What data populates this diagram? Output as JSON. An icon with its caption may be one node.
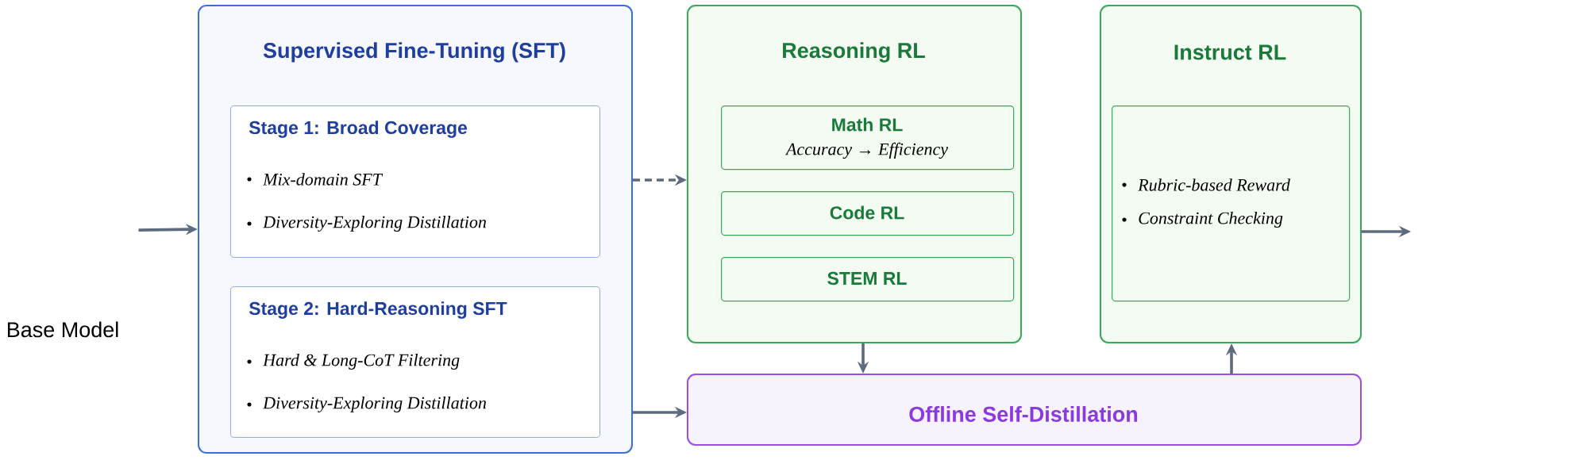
{
  "diagram": {
    "nodes": [
      {
        "text": [
          "Base Model"
        ]
      },
      {
        "text": [
          "Supervised Fine-Tuning (SFT)"
        ]
      },
      {
        "text": [
          "Stage 1: Broad Coverage",
          "Mix-domain SFT",
          "Diversity-Exploring Distillation"
        ],
        "in": 1
      },
      {
        "text": [
          "Stage 2: Hard-Reasoning SFT",
          "Hard & Long-CoT Filtering",
          "Diversity-Exploring Distillation"
        ],
        "in": 1
      },
      {
        "text": [
          "Reasoning RL"
        ]
      },
      {
        "text": [
          "Math RL",
          "Accuracy → Efficiency"
        ],
        "in": 4
      },
      {
        "text": [
          "Code RL"
        ],
        "in": 4
      },
      {
        "text": [
          "STEM RL"
        ],
        "in": 4
      },
      {
        "text": [
          "Instruct RL"
        ]
      },
      {
        "text": [
          "Rubric-based Reward",
          "Constraint Checking"
        ],
        "in": 8
      },
      {
        "text": [
          "Offline Self-Distillation"
        ]
      }
    ],
    "edges": [
      {
        "from": 0,
        "to": 1,
        "arrow": "to"
      },
      {
        "from": 1,
        "to": 4,
        "arrow": "to",
        "style": "dashed"
      },
      {
        "from": 1,
        "to": 10,
        "arrow": "to"
      },
      {
        "from": 4,
        "to": 10,
        "arrow": "to"
      },
      {
        "from": 10,
        "to": 8,
        "arrow": "to"
      },
      {
        "from": 8,
        "to": null,
        "arrow": "to"
      }
    ]
  }
}
